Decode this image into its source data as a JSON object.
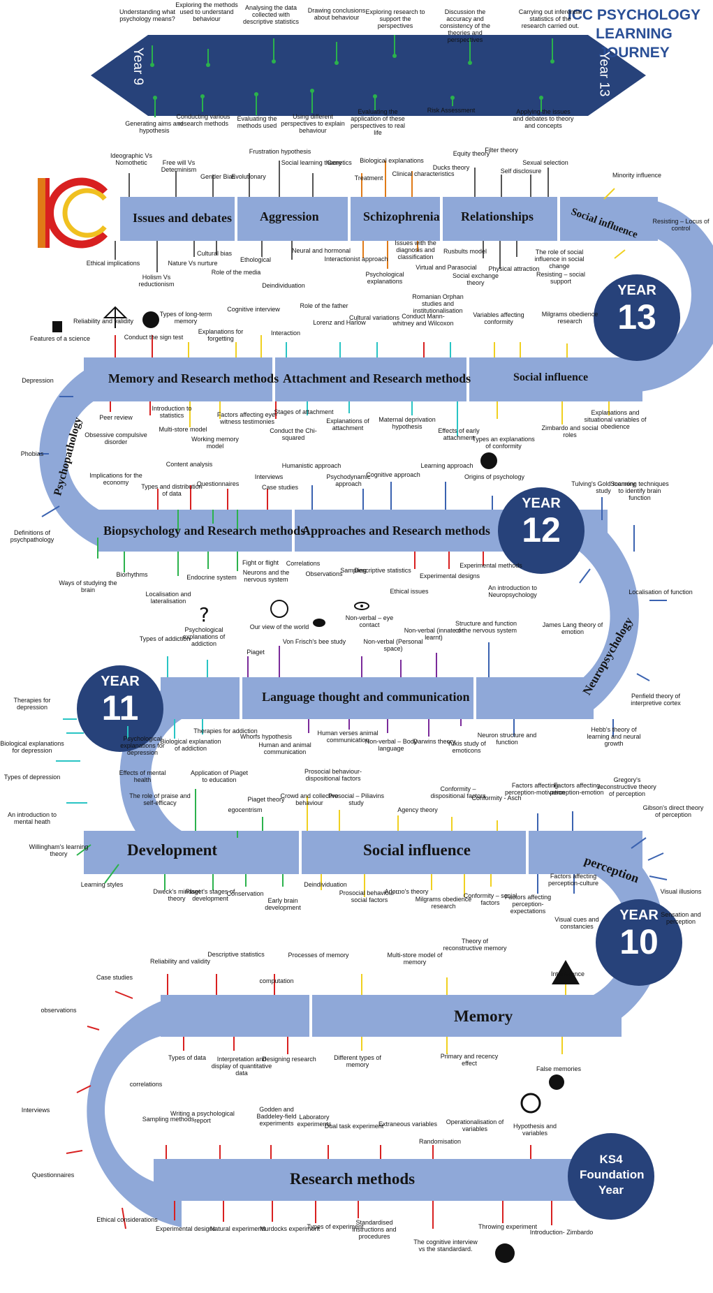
{
  "header": {
    "title": "ICC PSYCHOLOGY LEARNING JOURNEY",
    "start": "Year 9",
    "end": "Year 13"
  },
  "years": {
    "y13": {
      "word": "YEAR",
      "num": "13"
    },
    "y12": {
      "word": "YEAR",
      "num": "12"
    },
    "y11": {
      "word": "YEAR",
      "num": "11"
    },
    "y10": {
      "word": "YEAR",
      "num": "10"
    },
    "ks4": "KS4 Foundation Year"
  },
  "topics": {
    "t1": "Issues and debates",
    "t2": "Aggression",
    "t3": "Schizophrenia",
    "t4": "Relationships",
    "t5": "Social influence",
    "t6": "Memory and Research methods",
    "t7": "Attachment and Research methods",
    "t8": "Social influence",
    "t9": "Psychopathology",
    "t10": "Biopsychology and Research methods",
    "t11": "Approaches and Research methods",
    "t12": "Neuropsychology",
    "t13": "Language thought and communication",
    "t14": "Development",
    "t15": "Social influence",
    "t16": "perception",
    "t17": "Memory",
    "t18": "Research methods"
  },
  "labels": {
    "a1": "Understanding what psychology means?",
    "a2": "Exploring the methods used to understand behaviour",
    "a3": "Analysing the data collected with descriptive statistics",
    "a4": "Drawing conclusions about behaviour",
    "a5": "Exploring research to support the perspectives",
    "a6": "Discussion the accuracy and consistency of the theories and perspectives",
    "a7": "Carrying out inferential statistics of the research carried out.",
    "b1": "Generating aims and hypothesis",
    "b2": "Conducting various research methods",
    "b3": "Evaluating the methods used",
    "b4": "Using different perspectives to explain behaviour",
    "b5": "Evaluating the application of these perspectives to real life",
    "b6": "Risk Assessment",
    "b7": "Applying the issues and debates to theory and concepts",
    "c1": "Ideographic Vs Nomothetic",
    "c2": "Free will Vs Determinism",
    "c3": "Gender Bias",
    "c4": "Evolutionary",
    "c5": "Frustration hypothesis",
    "c6": "Social learning theory",
    "c7": "Genetics",
    "c8": "Treatment",
    "c9": "Biological explanations",
    "c10": "Clinical characteristics",
    "c11": "Ducks theory",
    "c12": "Equity theory",
    "c13": "Filter theory",
    "c14": "Self disclosure",
    "c15": "Sexual selection",
    "c16": "Minority influence",
    "c17": "Resisting – Locus of control",
    "d1": "Ethical implications",
    "d2": "Holism Vs reductionism",
    "d3": "Nature Vs nurture",
    "d4": "Cultural bias",
    "d5": "Ethological",
    "d6": "Role of the media",
    "d7": "Deindividuation",
    "d8": "Neural and hormonal",
    "d9": "Interactionist approach",
    "d10": "Psychological explanations",
    "d11": "Issues with the diagnosis and classification",
    "d12": "Virtual and Parasocial",
    "d13": "Rusbults model",
    "d14": "Social exchange theory",
    "d15": "Physical attraction",
    "d16": "The role of social influence in social change",
    "d17": "Resisting – social support",
    "e1": "Reliability and validity",
    "e2": "Conduct the sign test",
    "e3": "Types of long-term memory",
    "e4": "Explanations for forgetting",
    "e5": "Cognitive interview",
    "e6": "Interaction",
    "e7": "Role of the father",
    "e8": "Lorenz and Harlow",
    "e9": "Cultural variations",
    "e10": "Romanian Orphan studies and institutionalisation",
    "e11": "Conduct Mann-whitney and Wilcoxon",
    "e12": "Variables affecting conformity",
    "e13": "Milgrams obedience research",
    "e14": "Features of a science",
    "f1": "Depression",
    "f2": "Peer review",
    "f3": "Introduction to statistics",
    "f4": "Multi-store model",
    "f5": "Working memory model",
    "f6": "Factors affecting eye-witness testimonies",
    "f7": "Conduct the Chi-squared",
    "f8": "Stages of attachment",
    "f9": "Explanations of attachment",
    "f10": "Maternal deprivation hypothesis",
    "f11": "Effects of early attachment",
    "f12": "Types an explanations of conformity",
    "f13": "Zimbardo and social roles",
    "f14": "Explanations and situational variables of obedience",
    "g1": "Obsessive compulsive disorder",
    "g2": "Phobias",
    "g3": "Implications for the economy",
    "g4": "Content analysis",
    "g5": "Types and distribution of data",
    "g6": "Questionnaires",
    "g7": "Interviews",
    "g8": "Case studies",
    "g9": "Humanistic approach",
    "g10": "Psychodynamic approach",
    "g11": "Cognitive approach",
    "g12": "Learning approach",
    "g13": "Origins of psychology",
    "g14": "Tulving's Gold memory study",
    "g15": "Scanning techniques to identify brain function",
    "h1": "Definitions of psychpathology",
    "h2": "Ways of studying the brain",
    "h3": "Biorhythms",
    "h4": "Localisation and lateralisation",
    "h5": "Endocrine system",
    "h6": "Fight or flight",
    "h7": "Neurons and the nervous system",
    "h8": "Correlations",
    "h9": "Observations",
    "h10": "Sampling",
    "h11": "Descriptive statistics",
    "h12": "Ethical issues",
    "h13": "Experimental designs",
    "h14": "Experimental methods",
    "h15": "An introduction to Neuropsychology",
    "h16": "Localisation of function",
    "i1": "Types of addiction",
    "i2": "Psychological explanations of addiction",
    "i3": "Piaget",
    "i4": "Our view of the world",
    "i5": "Von Frisch's bee study",
    "i6": "Non-verbal – eye contact",
    "i7": "Non-verbal (Personal space)",
    "i8": "Non-verbal (innate or learnt)",
    "i9": "Structure and function of the nervous system",
    "i10": "James Lang theory of emotion",
    "i11": "Penfield theory of interpretive cortex",
    "j1": "Therapies for depression",
    "j2": "Biological explanations for depression",
    "j3": "Psychological explanations for depression",
    "j4": "Biological explanation of addiction",
    "j5": "Therapies for addiction",
    "j6": "Whorfs hypothesis",
    "j7": "Human and animal communication",
    "j8": "Human verses animal communication",
    "j9": "Non-verbal – Body language",
    "j10": "Darwins theory",
    "j11": "Yukis study of emoticons",
    "j12": "Neuron structure and function",
    "j13": "Hebb's theory of learning and neural growth",
    "k1": "Types of depression",
    "k2": "An introduction to mental heath",
    "k3": "Effects of mental health",
    "k4": "The role of praise and self-efficacy",
    "k5": "Application of Piaget to education",
    "k6": "Piaget theory",
    "k7": "egocentrism",
    "k8": "Crowd and collective behaviour",
    "k9": "Prosocial behaviour-dispositional factors",
    "k10": "Prosocial – Piliavins study",
    "k11": "Agency theory",
    "k12": "Conformity – dispositional factors",
    "k13": "Conformity - Asch",
    "k14": "Factors affecting perception-motivation",
    "k15": "Factors affecting perception-emotion",
    "k16": "Gregory's reconstructive theory of perception",
    "k17": "Gibson's direct theory of perception",
    "l1": "Willingham's learning theory",
    "l2": "Learning styles",
    "l3": "Dweck's mindset theory",
    "l4": "Piaget's stages of development",
    "l5": "Conservation",
    "l6": "Early brain development",
    "l7": "Deindividuation",
    "l8": "Prosocial behaviour – social factors",
    "l9": "Adorno's theory",
    "l10": "Milgrams obedience research",
    "l11": "Conformity – social factors",
    "l12": "Factors affecting perception-expectations",
    "l13": "Factors affecting perception-culture",
    "l14": "Visual cues and constancies",
    "l15": "Visual illusions",
    "l16": "Sensation and perception",
    "m1": "Reliability and validity",
    "m2": "Descriptive statistics",
    "m3": "computation",
    "m4": "Processes of memory",
    "m5": "Multi-store model of memory",
    "m6": "Theory of reconstructive memory",
    "m7": "Interference",
    "m8": "Case studies",
    "m9": "observations",
    "n1": "Types of data",
    "n2": "Interpretation and display of quantitative data",
    "n3": "Designing research",
    "n4": "Different types of memory",
    "n5": "Primary and recency effect",
    "n6": "False memories",
    "n7": "correlations",
    "n8": "Interviews",
    "n9": "Sampling methods",
    "n10": "Writing a psychological report",
    "n11": "Godden and Baddeley-field experiments",
    "n12": "Laboratory experiments",
    "n13": "Dual task experiment",
    "n14": "Extraneous variables",
    "n15": "Randomisation",
    "n16": "Operationalisation of variables",
    "n17": "Hypothesis and variables",
    "n18": "Questionnaires",
    "o1": "Ethical considerations",
    "o2": "Experimental designs",
    "o3": "Natural experiments",
    "o4": "Murdocks experiment",
    "o5": "Types of experiment",
    "o6": "Standardised instructions and procedures",
    "o7": "The cognitive interview vs the standardard.",
    "o8": "Throwing experiment",
    "o9": "Introduction- Zimbardo"
  },
  "colors": {
    "band": "#8fa8d8",
    "navy": "#27427a",
    "green": "#2bb24c",
    "orange": "#e07a17",
    "red": "#d82020",
    "yellow": "#f0d020",
    "blue": "#3a62b0",
    "teal": "#28c4c4",
    "gray": "#6a6a6a",
    "purple": "#7a2a9a"
  },
  "icons": [
    "brain-icon",
    "scales-icon",
    "question-icon",
    "microscope-icon",
    "bee-icon",
    "globe-icon",
    "eye-icon",
    "hand-icon",
    "skull-icon",
    "warning-icon",
    "clock-icon",
    "gear-icon",
    "ball-icon",
    "logo-icon"
  ]
}
